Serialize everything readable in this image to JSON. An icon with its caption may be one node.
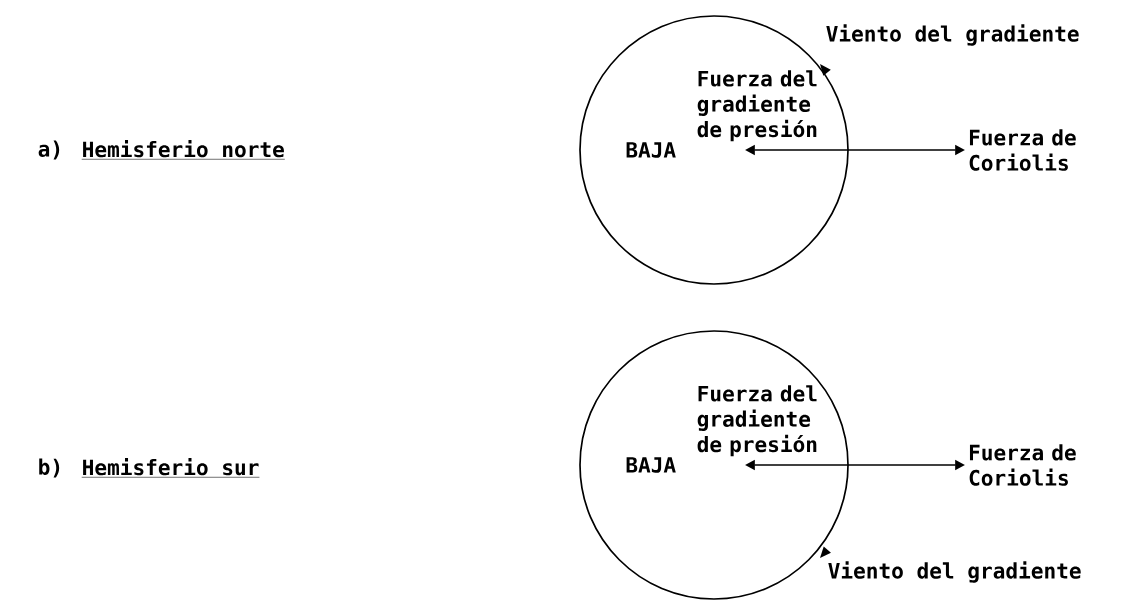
{
  "diagram": {
    "nodes": [
      {
        "text": [
          "BAJA"
        ],
        "beside": [
          "Viento del gradiente"
        ]
      },
      {
        "text": [
          "Fuerza del gradiente de presión"
        ],
        "in": 0
      },
      {
        "text": [
          "Fuerza de Coriolis"
        ]
      },
      {
        "text": [
          "BAJA"
        ],
        "beside": [
          "Viento del gradiente"
        ]
      },
      {
        "text": [
          "Fuerza del gradiente de presión"
        ],
        "in": 3
      },
      {
        "text": [
          "Fuerza de Coriolis"
        ]
      }
    ],
    "edges": [
      {
        "from": 1,
        "to": 2,
        "arrow": "both"
      },
      {
        "from": 4,
        "to": 5,
        "arrow": "both"
      }
    ],
    "labels": [
      "a)",
      "Hemisferio norte",
      "b)",
      "Hemisferio sur"
    ]
  }
}
